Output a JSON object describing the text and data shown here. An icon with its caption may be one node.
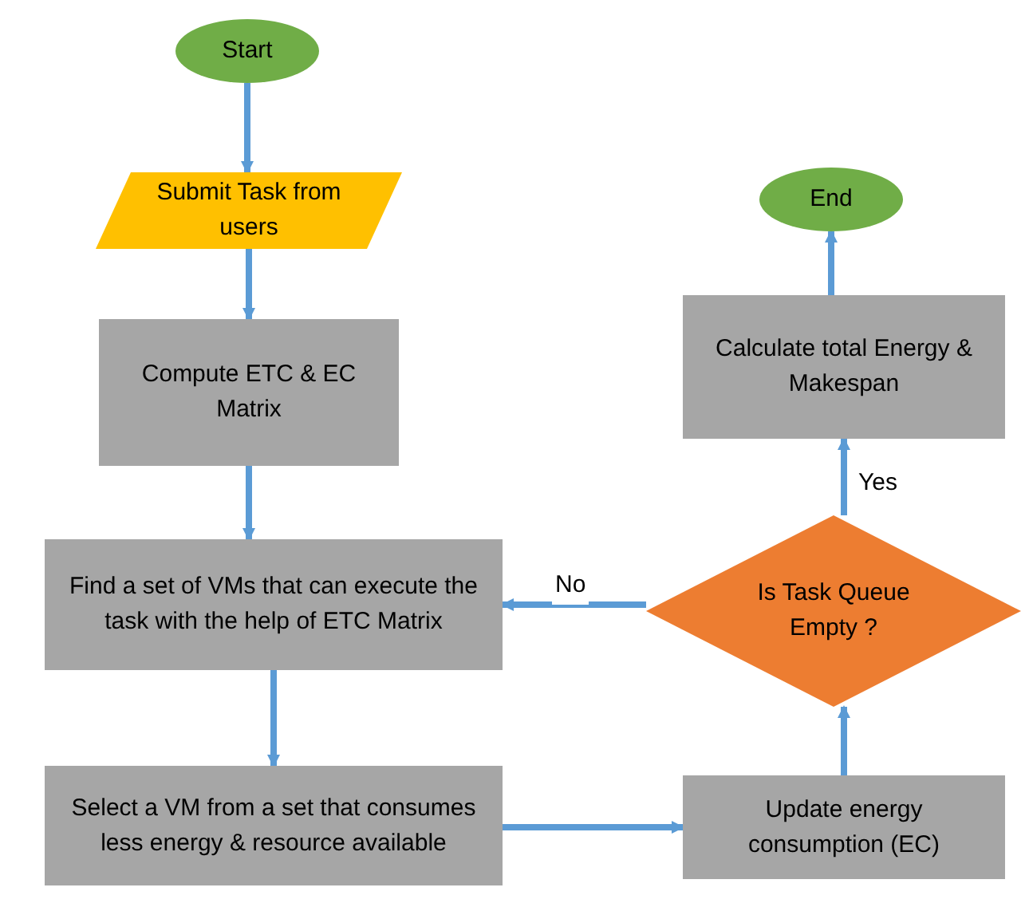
{
  "diagram": {
    "nodes": [
      {
        "text": [
          "Start"
        ]
      },
      {
        "text": [
          "Submit Task from users"
        ]
      },
      {
        "text": [
          "Compute ETC & EC Matrix"
        ]
      },
      {
        "text": [
          "Find a set of VMs that can execute the task with the help of ETC Matrix"
        ]
      },
      {
        "text": [
          "Select a VM from a set that consumes less energy & resource available"
        ]
      },
      {
        "text": [
          "Update energy consumption (EC)"
        ]
      },
      {
        "text": [
          "Is Task Queue Empty ?"
        ]
      },
      {
        "text": [
          "Calculate total Energy & Makespan"
        ]
      },
      {
        "text": [
          "End"
        ]
      }
    ],
    "edges": [
      {
        "from": 0,
        "to": 1,
        "arrow": "to"
      },
      {
        "from": 1,
        "to": 2,
        "arrow": "to"
      },
      {
        "from": 2,
        "to": 3,
        "arrow": "to"
      },
      {
        "from": 3,
        "to": 4,
        "arrow": "to"
      },
      {
        "from": 4,
        "to": 5,
        "arrow": "to"
      },
      {
        "from": 5,
        "to": 6,
        "arrow": "to"
      },
      {
        "from": 6,
        "to": 3,
        "arrow": "to",
        "label": "No"
      },
      {
        "from": 6,
        "to": 7,
        "arrow": "to",
        "label": "Yes"
      },
      {
        "from": 7,
        "to": 8,
        "arrow": "to"
      }
    ]
  }
}
